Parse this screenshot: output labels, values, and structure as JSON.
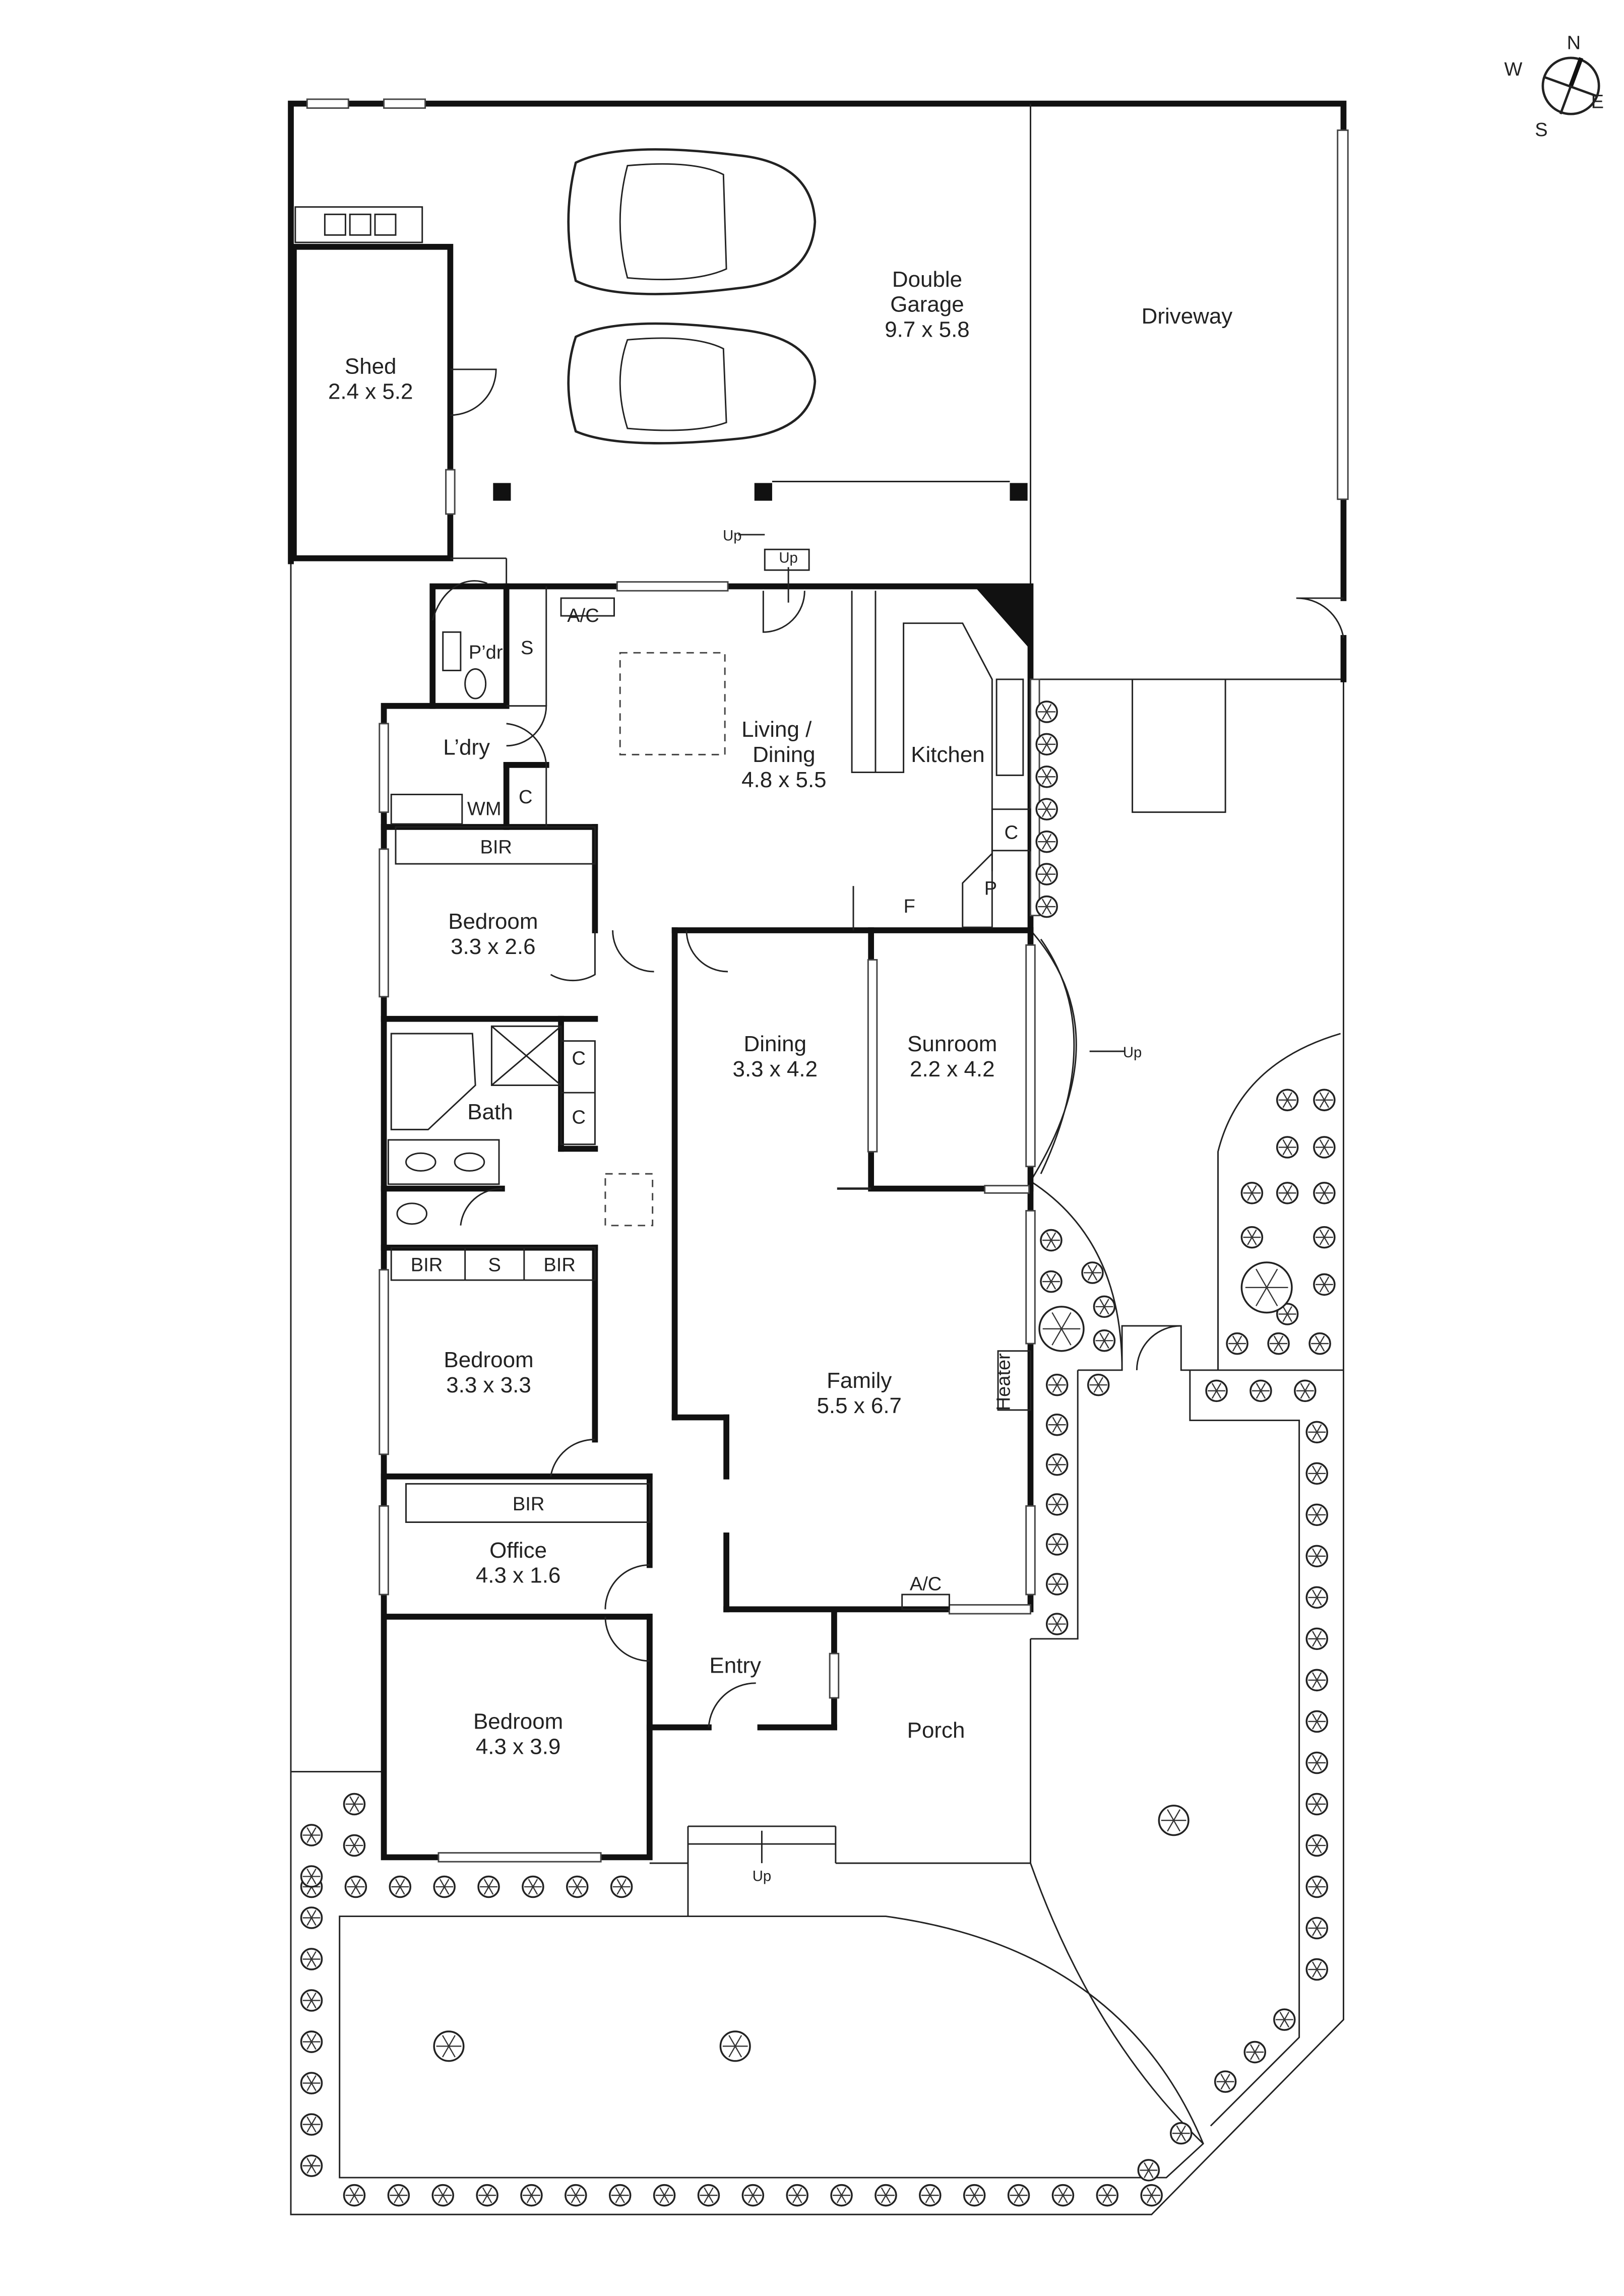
{
  "compass": {
    "n": "N",
    "e": "E",
    "s": "S",
    "w": "W"
  },
  "rooms": {
    "garage": {
      "name1": "Double",
      "name2": "Garage",
      "dims": "9.7 x 5.8"
    },
    "driveway": {
      "name": "Driveway"
    },
    "shed": {
      "name": "Shed",
      "dims": "2.4 x 5.2"
    },
    "powder": {
      "name": "P’dr"
    },
    "laundry": {
      "name": "L’dry"
    },
    "living": {
      "name1": "Living /",
      "name2": "Dining",
      "dims": "4.8 x 5.5"
    },
    "kitchen": {
      "name": "Kitchen"
    },
    "bedroom1": {
      "name": "Bedroom",
      "dims": "3.3 x 2.6"
    },
    "bath": {
      "name": "Bath"
    },
    "dining": {
      "name": "Dining",
      "dims": "3.3 x 4.2"
    },
    "sunroom": {
      "name": "Sunroom",
      "dims": "2.2 x 4.2"
    },
    "bedroom2": {
      "name": "Bedroom",
      "dims": "3.3 x 3.3"
    },
    "family": {
      "name": "Family",
      "dims": "5.5 x 6.7"
    },
    "office": {
      "name": "Office",
      "dims": "4.3 x 1.6"
    },
    "entry": {
      "name": "Entry"
    },
    "bedroom3": {
      "name": "Bedroom",
      "dims": "4.3 x 3.9"
    },
    "porch": {
      "name": "Porch"
    }
  },
  "fixtures": {
    "ac": "A/C",
    "store": "S",
    "cupboard": "C",
    "wm": "WM",
    "bir": "BIR",
    "fridge": "F",
    "pantry": "P",
    "heater": "Heater",
    "up": "Up"
  }
}
